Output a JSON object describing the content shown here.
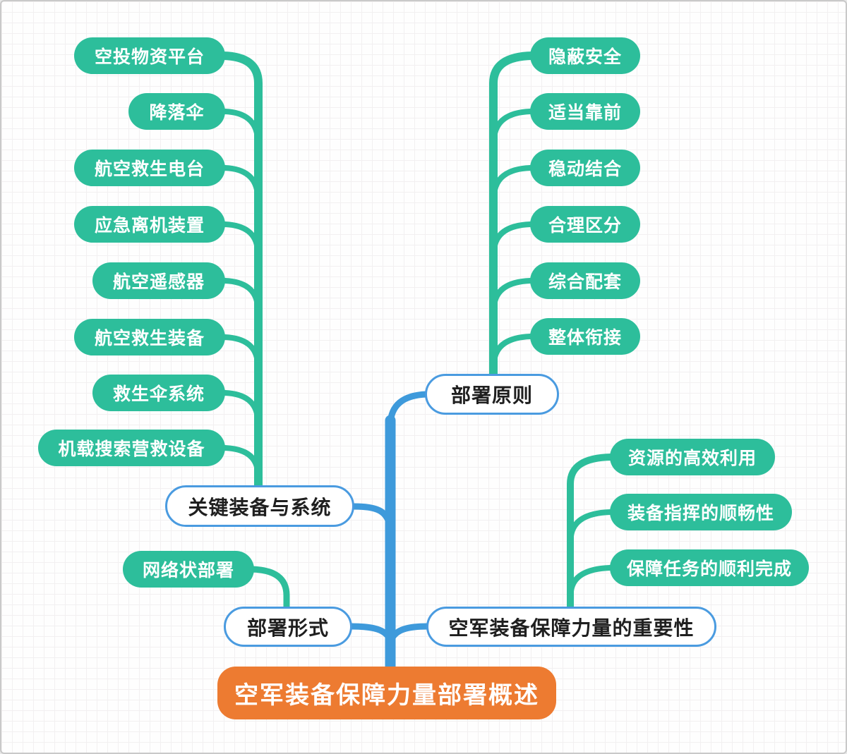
{
  "canvas": {
    "root": {
      "label": "空军装备保障力量部署概述"
    },
    "branches": [
      {
        "label": "关键装备与系统",
        "children": [
          "空投物资平台",
          "降落伞",
          "航空救生电台",
          "应急离机装置",
          "航空遥感器",
          "航空救生装备",
          "救生伞系统",
          "机载搜索营救设备"
        ]
      },
      {
        "label": "部署原则",
        "children": [
          "隐蔽安全",
          "适当靠前",
          "稳动结合",
          "合理区分",
          "综合配套",
          "整体衔接"
        ]
      },
      {
        "label": "部署形式",
        "children": [
          "网络状部署"
        ]
      },
      {
        "label": "空军装备保障力量的重要性",
        "children": [
          "资源的高效利用",
          "装备指挥的顺畅性",
          "保障任务的顺利完成"
        ]
      }
    ],
    "colors": {
      "root_node": "#ED7B31",
      "leaf_node": "#2DBE9B",
      "leaf_text": "#FFFFFF",
      "branch_line_green": "#2DBE9B",
      "trunk_blue": "#3E9ADB",
      "main_node_border": "#4A9BE0",
      "main_node_text": "#1F1F1F"
    }
  }
}
